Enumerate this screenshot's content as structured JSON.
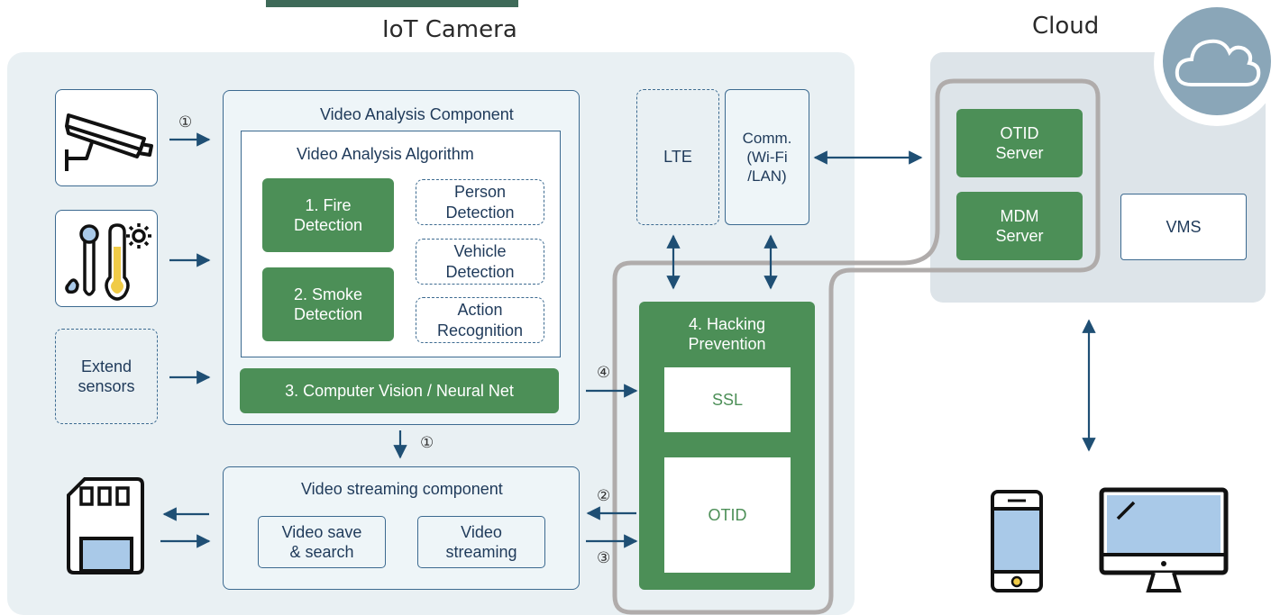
{
  "titles": {
    "iot_camera": "IoT Camera",
    "cloud": "Cloud"
  },
  "video_analysis": {
    "title": "Video Analysis Component",
    "algorithm_title": "Video Analysis Algorithm",
    "fire": "1. Fire\nDetection",
    "smoke": "2. Smoke\nDetection",
    "person": "Person\nDetection",
    "vehicle": "Vehicle\nDetection",
    "action": "Action\nRecognition",
    "cv": "3. Computer Vision / Neural Net"
  },
  "sensors": {
    "extend": "Extend\nsensors"
  },
  "streaming": {
    "title": "Video streaming component",
    "save": "Video save\n& search",
    "stream": "Video\nstreaming"
  },
  "network": {
    "lte": "LTE",
    "comm": "Comm.\n(Wi-Fi\n/LAN)"
  },
  "hacking": {
    "title": "4. Hacking\nPrevention",
    "ssl": "SSL",
    "otid": "OTID"
  },
  "cloud": {
    "otid_server": "OTID\nServer",
    "mdm_server": "MDM\nServer",
    "vms": "VMS"
  },
  "markers": {
    "m1_top": "①",
    "m1_down": "①",
    "m2": "②",
    "m3": "③",
    "m4": "④"
  },
  "colors": {
    "green": "#4c8f57",
    "navy": "#1f4f74",
    "panel": "#e9f0f3",
    "cloud_panel": "#dde4e9",
    "highlight": "#b0acab"
  },
  "icons": [
    "cctv-camera-icon",
    "humidity-thermometer-icon",
    "sd-card-icon",
    "cloud-icon",
    "smartphone-icon",
    "desktop-monitor-icon"
  ]
}
